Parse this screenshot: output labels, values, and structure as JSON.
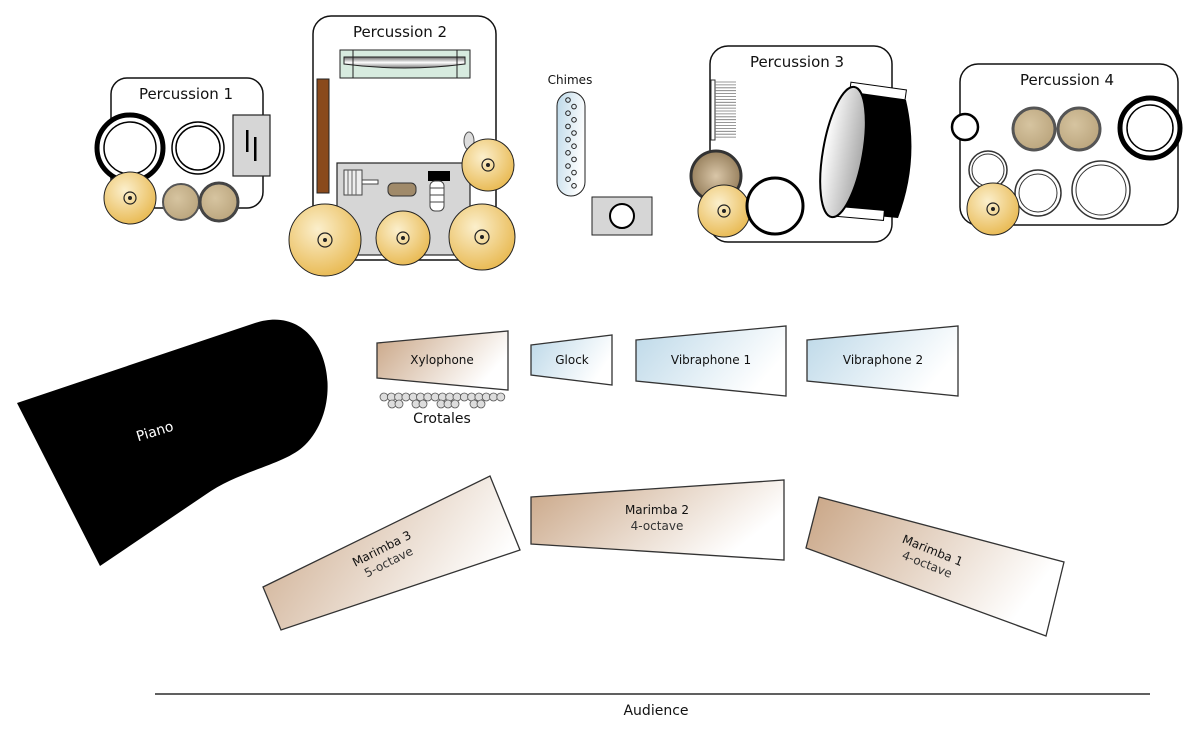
{
  "stations": {
    "percussion_1": "Percussion 1",
    "percussion_2": "Percussion 2",
    "chimes": "Chimes",
    "percussion_3": "Percussion 3",
    "percussion_4": "Percussion 4"
  },
  "instruments": {
    "piano": "Piano",
    "xylophone": "Xylophone",
    "crotales": "Crotales",
    "glock": "Glock",
    "vibraphone_1": "Vibraphone 1",
    "vibraphone_2": "Vibraphone 2",
    "marimba_3": {
      "name": "Marimba 3",
      "size": "5-octave"
    },
    "marimba_2": {
      "name": "Marimba 2",
      "size": "4-octave"
    },
    "marimba_1": {
      "name": "Marimba 1",
      "size": "4-octave"
    }
  },
  "audience": "Audience",
  "colors": {
    "wood": "#c9a585",
    "metal_bar": "#bcd8e8",
    "cymbal": "#e8b84f",
    "piano": "#000000",
    "hardware": "#d6d6d6"
  }
}
